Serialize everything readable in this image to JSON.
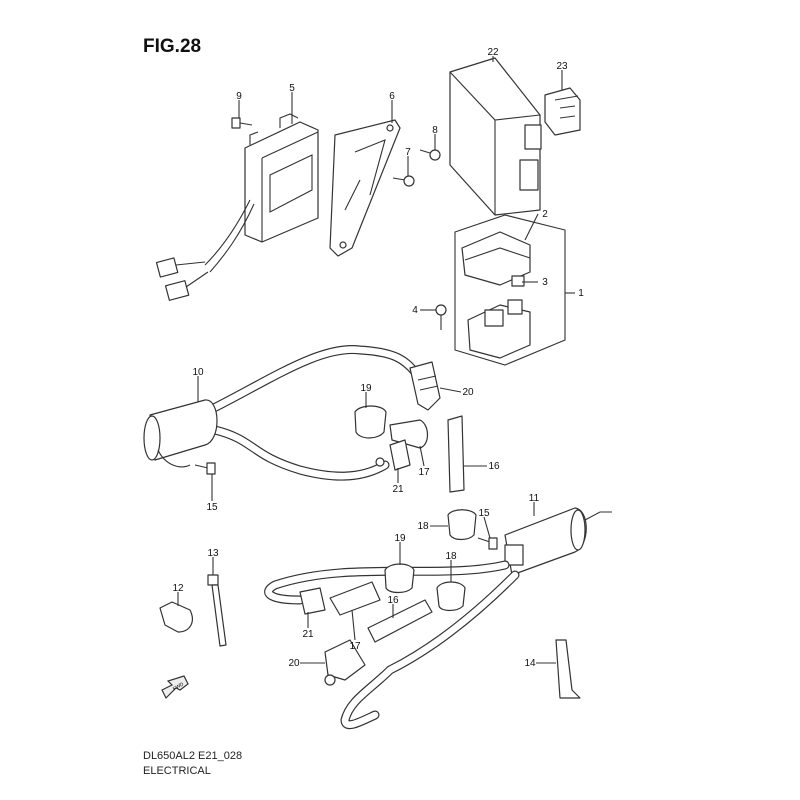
{
  "figure": {
    "title": "FIG.28",
    "model_code": "DL650AL2 E21_028",
    "section": "ELECTRICAL",
    "direction_label": "FWD"
  },
  "callouts": [
    "9",
    "5",
    "6",
    "8",
    "7",
    "22",
    "23",
    "2",
    "3",
    "1",
    "4",
    "10",
    "19",
    "20",
    "16",
    "17",
    "21",
    "15",
    "11",
    "15",
    "18",
    "13",
    "19",
    "18",
    "12",
    "16",
    "21",
    "17",
    "20",
    "14"
  ]
}
